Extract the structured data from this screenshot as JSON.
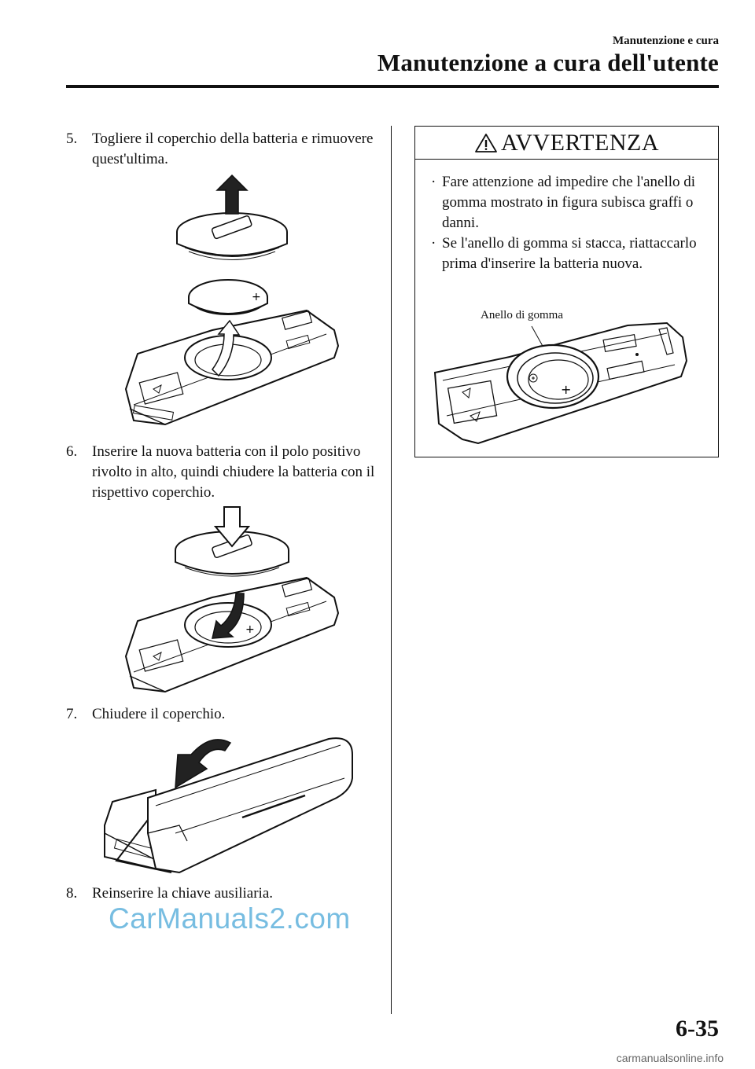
{
  "header": {
    "section": "Manutenzione e cura",
    "title": "Manutenzione a cura dell'utente"
  },
  "steps": [
    {
      "num": "5.",
      "text": "Togliere il coperchio della batteria e rimuovere quest'ultima."
    },
    {
      "num": "6.",
      "text": "Inserire la nuova batteria con il polo positivo rivolto in alto, quindi chiudere la batteria con il rispettivo coperchio."
    },
    {
      "num": "7.",
      "text": "Chiudere il coperchio."
    },
    {
      "num": "8.",
      "text": "Reinserire la chiave ausiliaria."
    }
  ],
  "warning": {
    "title": "AVVERTENZA",
    "bullets": [
      "Fare attenzione ad impedire che l'anello di gomma mostrato in figura subisca graffi o danni.",
      "Se l'anello di gomma si stacca, riattaccarlo prima d'inserire la batteria nuova."
    ],
    "figure_label": "Anello di gomma"
  },
  "watermark": "CarManuals2.com",
  "page_number": "6-35",
  "footer_url": "carmanualsonline.info"
}
